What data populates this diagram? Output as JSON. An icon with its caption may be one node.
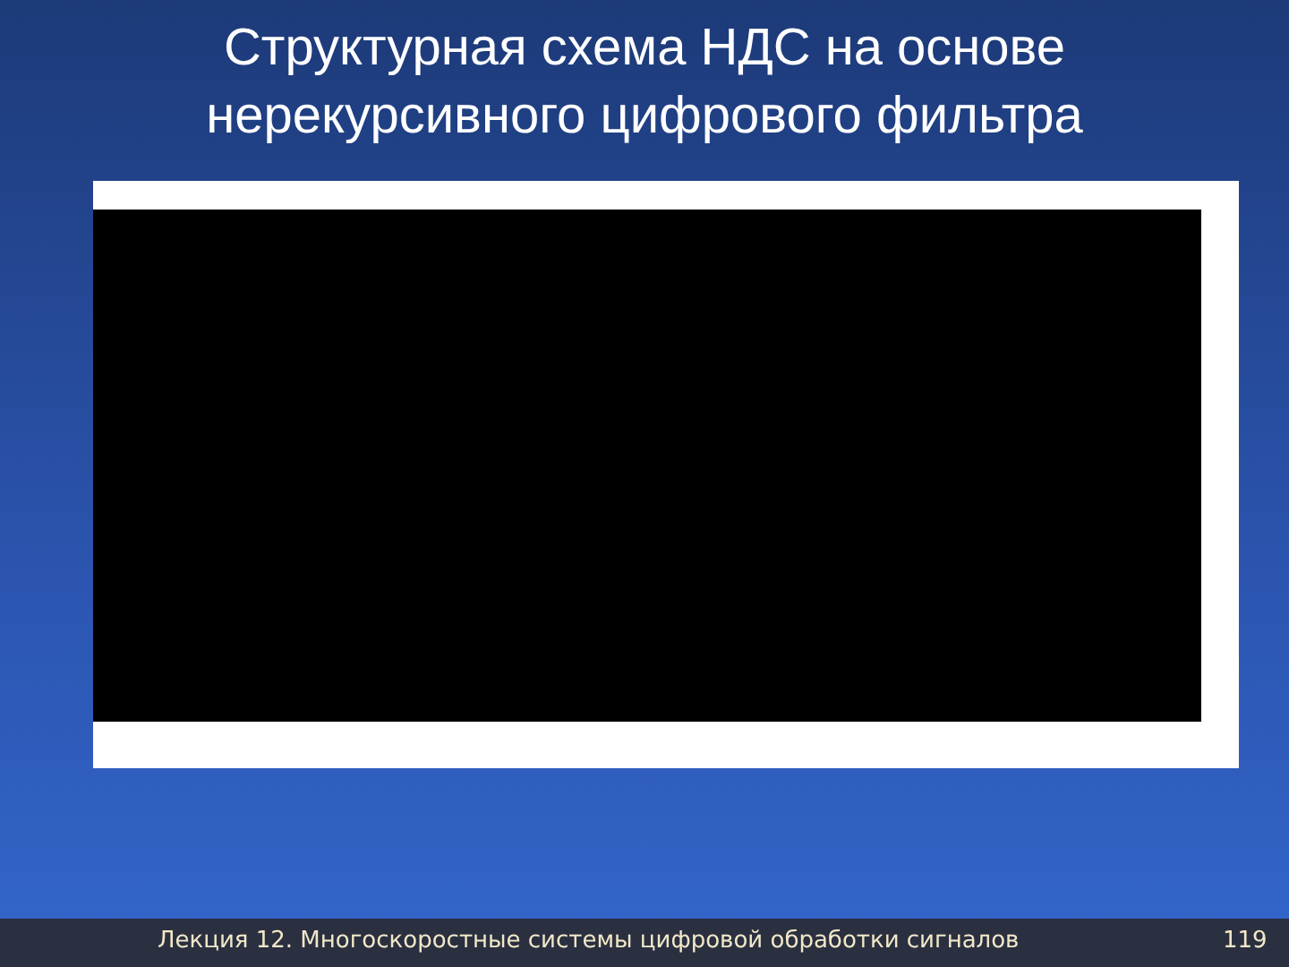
{
  "diagram": {
    "title": "Структурная схема НДС на основе нерекурсивного цифрового фильтра",
    "labels": [
      "Лекция 12. Многоскоростные системы цифровой обработки сигналов",
      "119"
    ]
  }
}
